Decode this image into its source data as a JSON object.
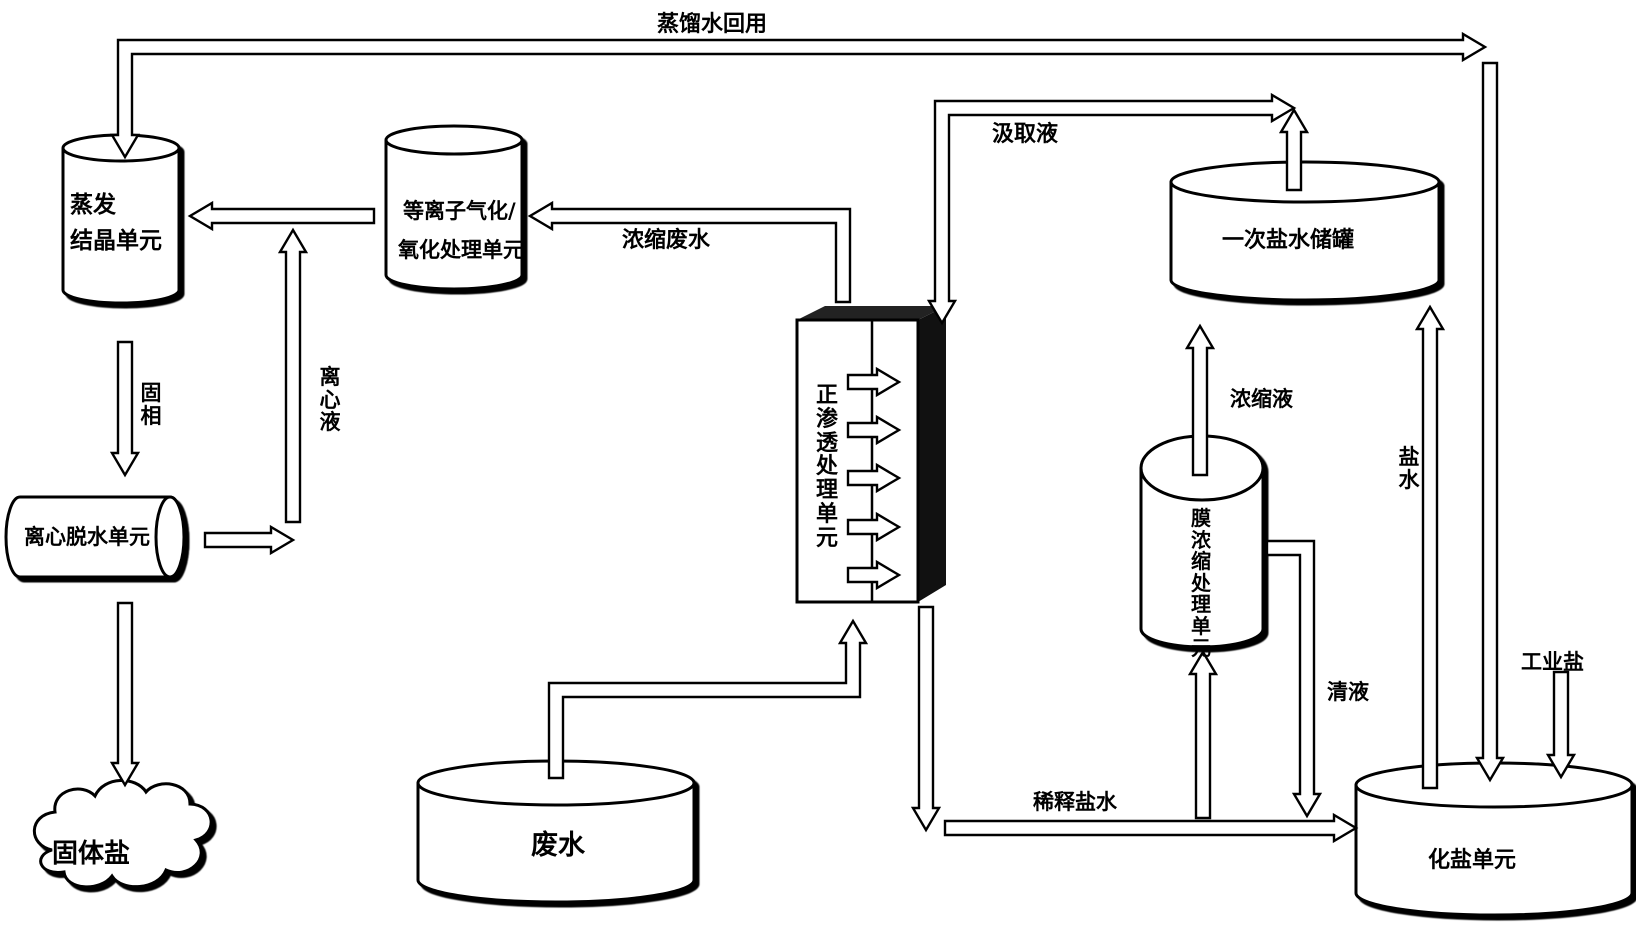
{
  "labels": {
    "distilled_water_reuse": "蒸馏水回用",
    "draw_solution": "汲取液",
    "concentrated_wastewater": "浓缩废水",
    "evap_line1": "蒸发",
    "evap_line2": "结晶单元",
    "plasma_line1": "等离子气化/",
    "plasma_line2": "氧化处理单元",
    "brine_tank": "一次盐水储罐",
    "solid_phase": "固相",
    "centrifugate": "离心液",
    "centrifuge_unit": "离心脱水单元",
    "fo_unit": "正渗透处理单元",
    "concentrate": "浓缩液",
    "brine": "盐水",
    "membrane_unit": "膜浓缩处理单元",
    "permeate": "清液",
    "industrial_salt": "工业盐",
    "solid_salt": "固体盐",
    "wastewater": "废水",
    "dilute_brine": "稀释盐水",
    "salt_dissolving_unit": "化盐单元"
  },
  "style": {
    "stroke": "#000000",
    "fill": "#ffffff",
    "shadow": "#111111"
  }
}
